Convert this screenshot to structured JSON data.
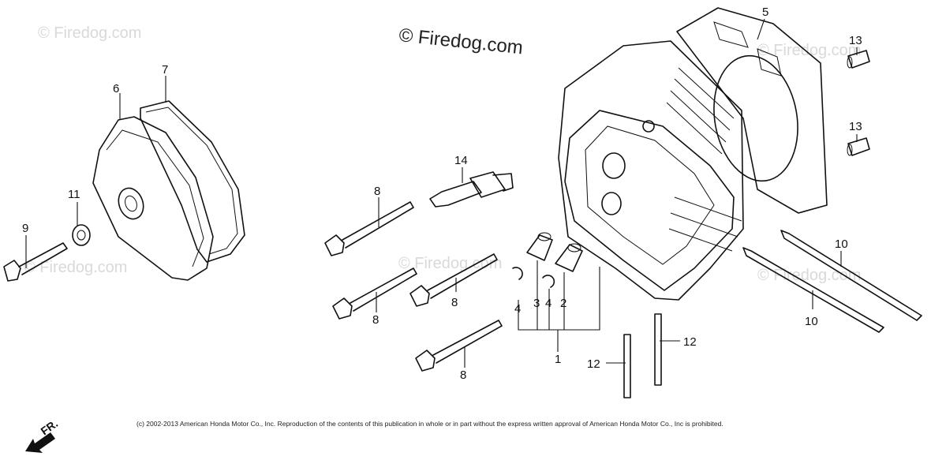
{
  "watermarks": {
    "main": "© Firedog.com",
    "faint": "© Firedog.com"
  },
  "copyright": "(c) 2002-2013 American Honda Motor Co., Inc. Reproduction of the contents of this publication in whole or in part without the express written approval of American Honda Motor Co., Inc is prohibited.",
  "direction_label": "FR.",
  "callouts": {
    "c1": "1",
    "c2": "2",
    "c3": "3",
    "c4a": "4",
    "c4b": "4",
    "c5": "5",
    "c6": "6",
    "c7": "7",
    "c8a": "8",
    "c8b": "8",
    "c8c": "8",
    "c8d": "8",
    "c9": "9",
    "c10a": "10",
    "c10b": "10",
    "c11": "11",
    "c12a": "12",
    "c12b": "12",
    "c13a": "13",
    "c13b": "13",
    "c14": "14"
  }
}
